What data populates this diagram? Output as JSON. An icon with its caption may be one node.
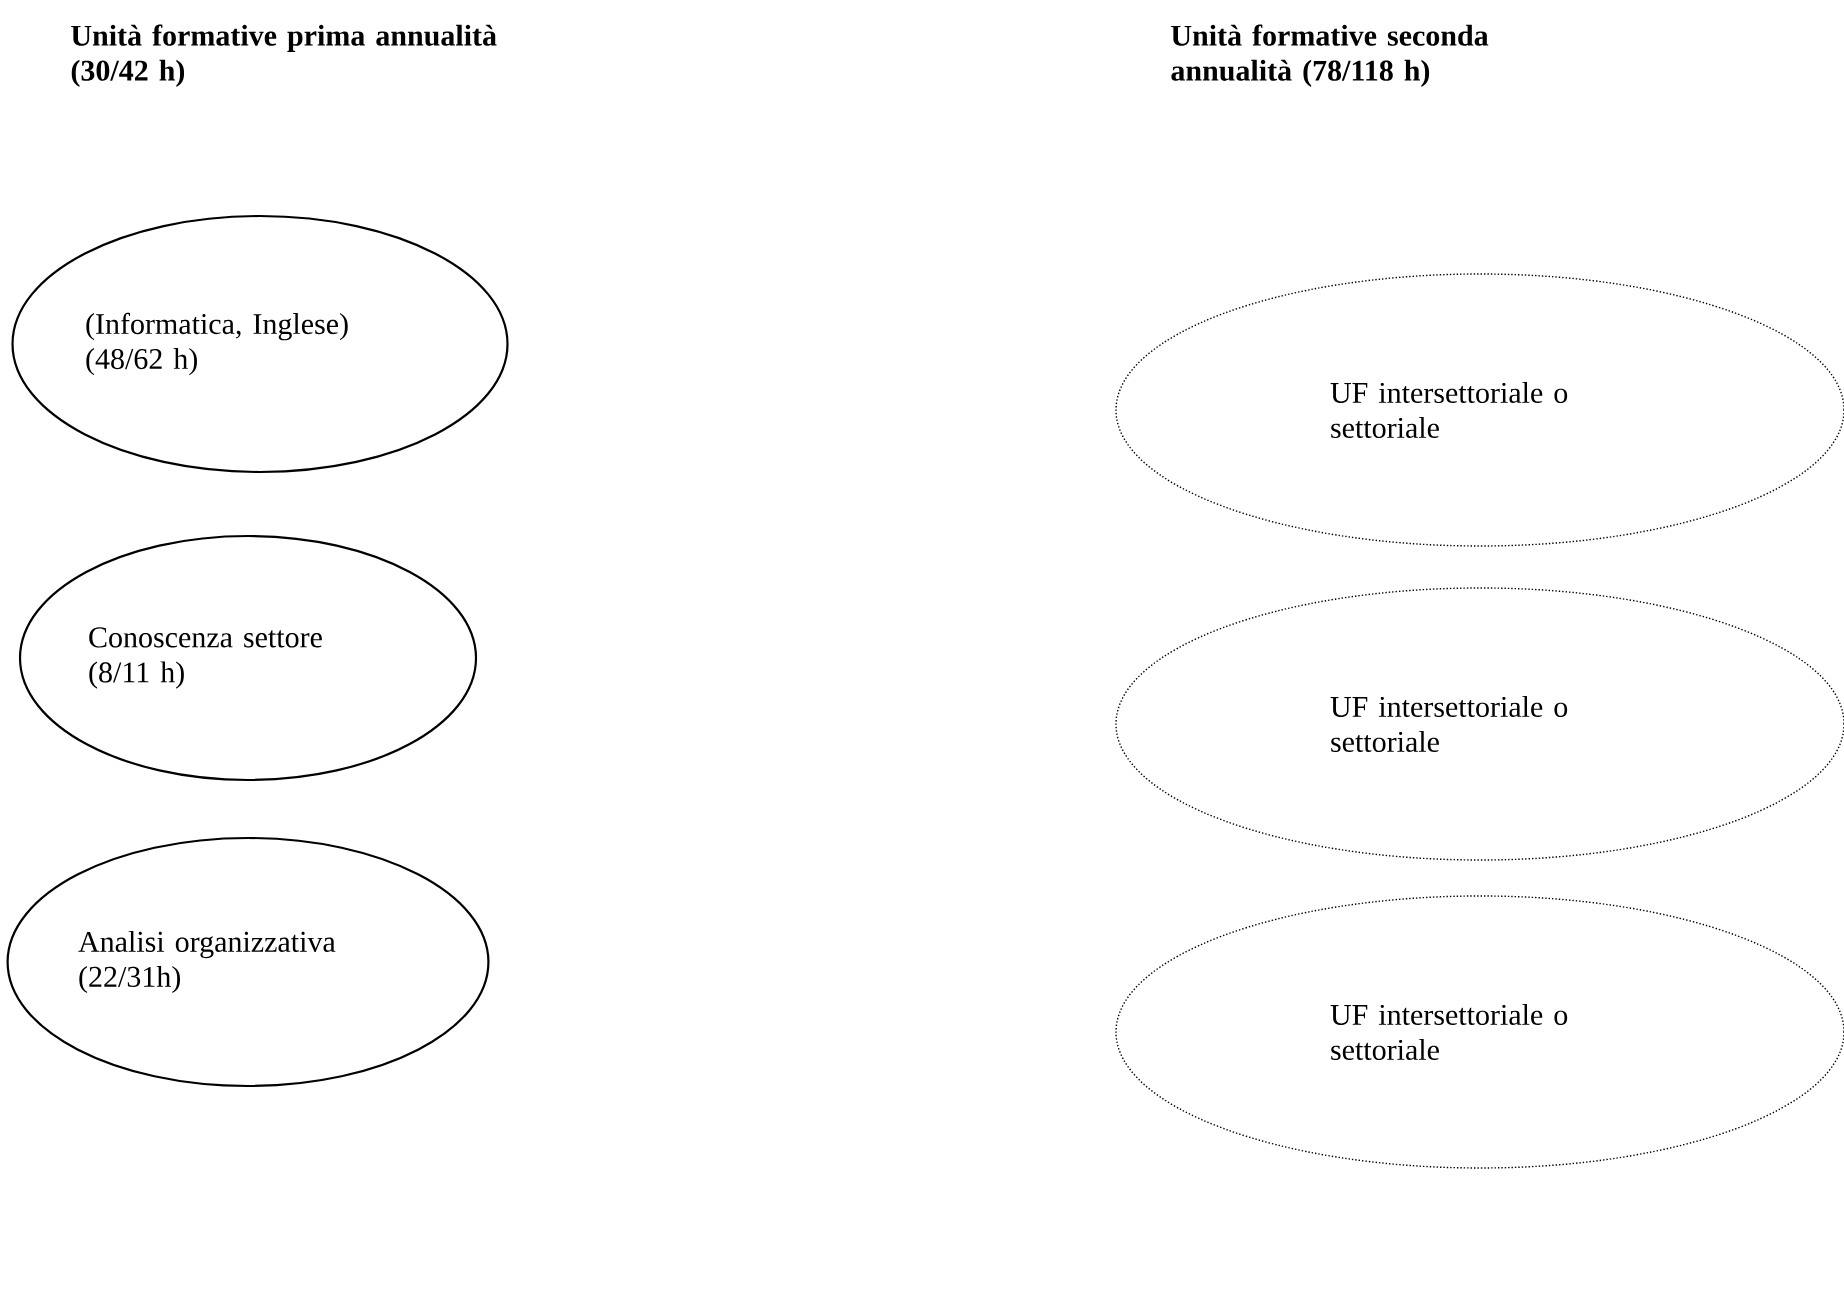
{
  "diagram": {
    "nodes": [
      {
        "text": [
          "(Informatica, Inglese)",
          "(48/62 h)"
        ]
      },
      {
        "text": [
          "Conoscenza settore",
          "(8/11 h)"
        ]
      },
      {
        "text": [
          "Analisi organizzativa",
          "(22/31h)"
        ]
      },
      {
        "text": [
          "UF intersettoriale o settoriale"
        ]
      },
      {
        "text": [
          "UF intersettoriale o settoriale"
        ]
      },
      {
        "text": [
          "UF intersettoriale o settoriale"
        ]
      }
    ],
    "labels": [
      "Unità formative prima annualità (30/42 h)",
      "Unità formative seconda annualità (78/118 h)"
    ]
  }
}
